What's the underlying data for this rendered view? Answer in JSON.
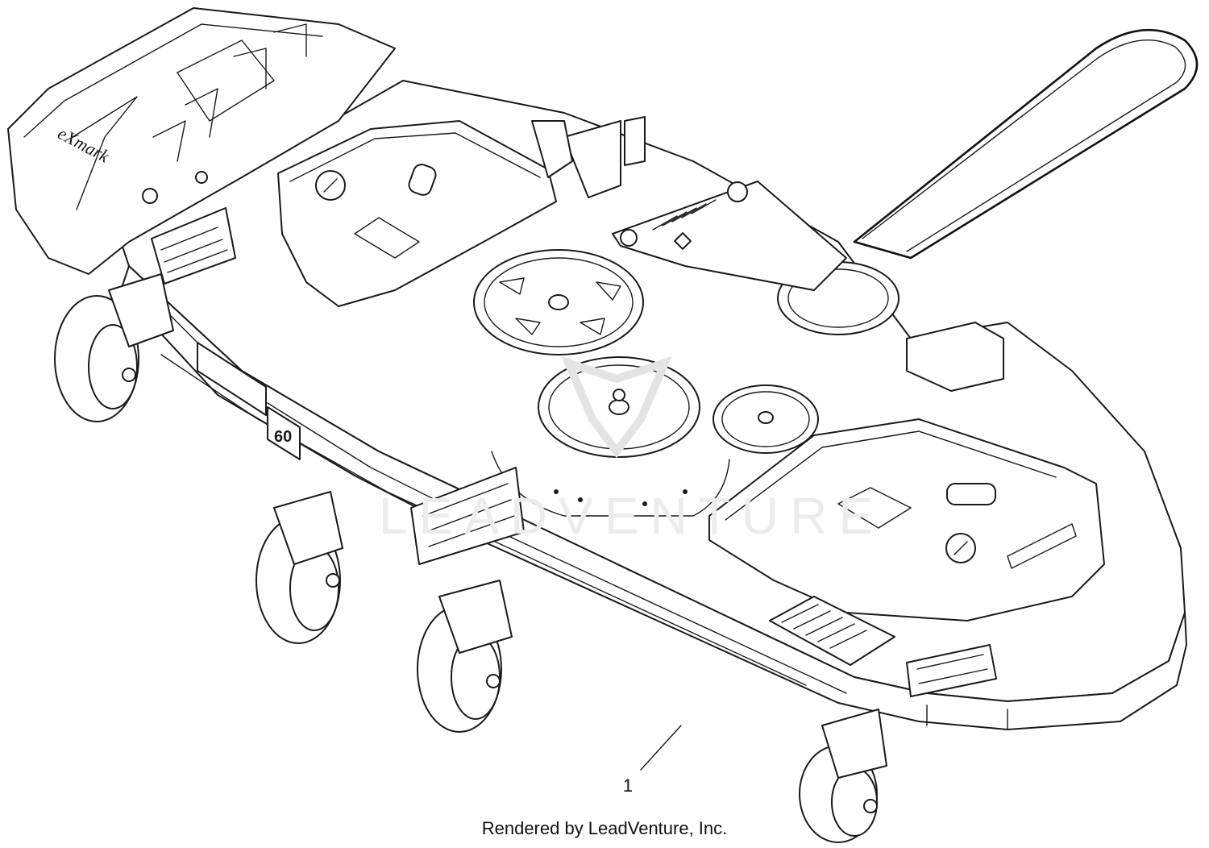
{
  "diagram": {
    "callout_number": "1",
    "credit": "Rendered by LeadVenture, Inc.",
    "watermark": "LEADVENTURE",
    "brand_logo": "eXmark",
    "deck_badge": "60"
  },
  "colors": {
    "line": "#1a1a1a",
    "background": "#ffffff",
    "watermark": "#e4e4e4"
  }
}
